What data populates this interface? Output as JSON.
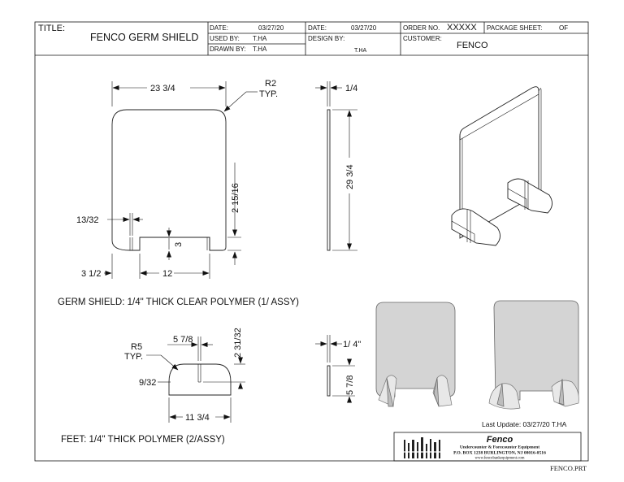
{
  "title_block": {
    "title_label": "TITLE:",
    "title_value": "FENCO GERM SHIELD",
    "date1_label": "DATE:",
    "date1_value": "03/27/20",
    "date2_label": "DATE:",
    "date2_value": "03/27/20",
    "order_label": "ORDER NO.",
    "order_value": "XXXXX",
    "package_label": "PACKAGE SHEET:",
    "package_of": "OF",
    "used_by_label": "USED BY:",
    "used_by_value": "T.HA",
    "design_by_label": "DESIGN BY:",
    "design_by_value": "T.HA",
    "customer_label": "CUSTOMER:",
    "customer_value": "FENCO",
    "drawn_by_label": "DRAWN BY:",
    "drawn_by_value": "T.HA"
  },
  "shield_dims": {
    "width": "23 3/4",
    "radius": "R2",
    "radius_typ": "TYP.",
    "cutout_side": "2 15/16",
    "slot_width": "13/32",
    "cutout_height": "3",
    "offset": "3 1/2",
    "cutout_width": "12",
    "thickness": "1/4",
    "height": "29 3/4"
  },
  "shield_note": "GERM SHIELD: 1/4\" THICK CLEAR POLYMER (1/ ASSY)",
  "feet_dims": {
    "radius": "R5",
    "radius_typ": "TYP.",
    "top_flat": "5 7/8",
    "height": "2 31/32",
    "slot_width": "9/32",
    "length": "11 3/4",
    "thickness": "1/ 4\"",
    "slot_depth": "5 7/8"
  },
  "feet_note": "FEET: 1/4\" THICK POLYMER (2/ASSY)",
  "last_update": "Last Update: 03/27/20 T.HA",
  "company": {
    "name": "Fenco",
    "tagline": "Undercounter & Forecounter Equipment",
    "address": "P.O. BOX 1238 BURLINGTON, NJ 08016-0516",
    "website": "www.fencobankequipment.com"
  },
  "file_name": "FENCO.PRT"
}
